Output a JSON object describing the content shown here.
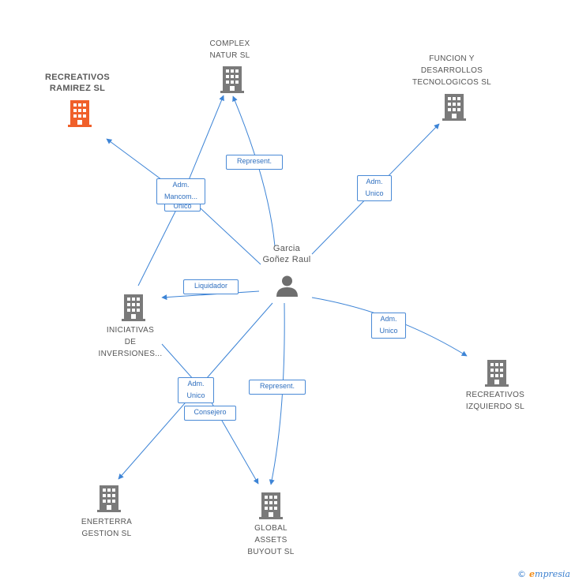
{
  "center": {
    "name": "Garcia\nGoñez Raul",
    "icon": "person-icon"
  },
  "companies": [
    {
      "id": "recreativos-ramirez",
      "name": "RECREATIVOS\nRAMIREZ SL",
      "highlight": true,
      "icon": "building-icon"
    },
    {
      "id": "complex-natur",
      "name": "COMPLEX\nNATUR SL",
      "icon": "building-icon"
    },
    {
      "id": "funcion-desarrollos",
      "name": "FUNCION Y\nDESARROLLOS\nTECNOLOGICOS SL",
      "icon": "building-icon"
    },
    {
      "id": "iniciativas-inversiones",
      "name": "INICIATIVAS\nDE\nINVERSIONES...",
      "icon": "building-icon"
    },
    {
      "id": "recreativos-izquierdo",
      "name": "RECREATIVOS\nIZQUIERDO SL",
      "icon": "building-icon"
    },
    {
      "id": "enerterra-gestion",
      "name": "ENERTERRA\nGESTION  SL",
      "icon": "building-icon"
    },
    {
      "id": "global-assets",
      "name": "GLOBAL\nASSETS\nBUYOUT  SL",
      "icon": "building-icon"
    }
  ],
  "relations": [
    {
      "label": "Adm.\nUnico"
    },
    {
      "label": "Adm.\nMancom..."
    },
    {
      "label": "Represent."
    },
    {
      "label": "Adm.\nUnico"
    },
    {
      "label": "Liquidador"
    },
    {
      "label": "Adm.\nUnico"
    },
    {
      "label": "Adm.\nUnico"
    },
    {
      "label": "Consejero"
    },
    {
      "label": "Represent."
    }
  ],
  "colors": {
    "edge": "#3d84d6",
    "building": "#7a7a7a",
    "highlight": "#f0602a"
  },
  "footer": {
    "copyright": "©",
    "brand_initial": "e",
    "brand_rest": "mpresia"
  }
}
